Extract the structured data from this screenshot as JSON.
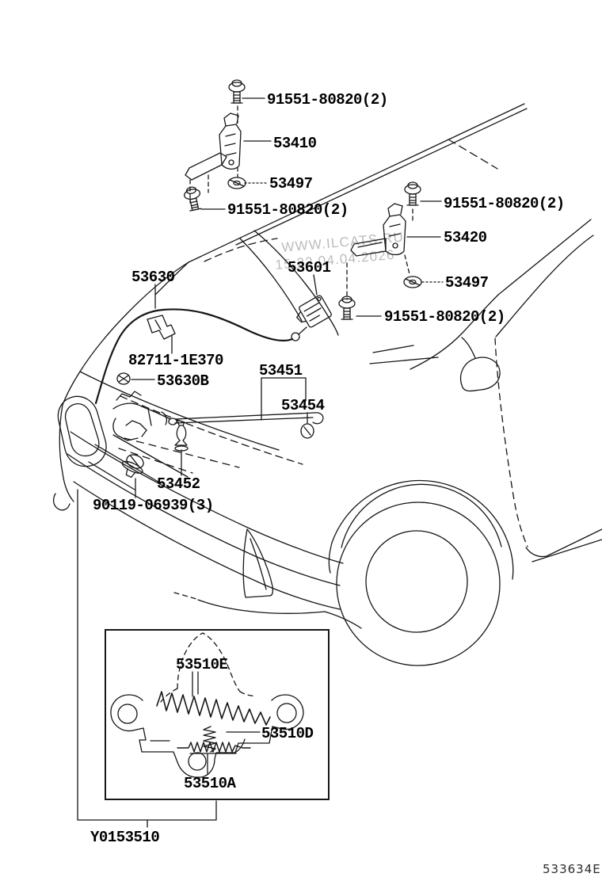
{
  "diagram": {
    "code": "533634E",
    "colors": {
      "line": "#161616",
      "watermark": "#bcbcbc",
      "background": "#ffffff"
    },
    "watermark": {
      "line1": "WWW.ILCATS.RU",
      "line2": "15:22 04.04.2026"
    },
    "labels": {
      "bolt_top": "91551-80820(2)",
      "hinge_upper": "53410",
      "washer_left": "53497",
      "bolt_left": "91551-80820(2)",
      "bolt_right_top": "91551-80820(2)",
      "hinge_right": "53420",
      "washer_right": "53497",
      "bolt_right_bottom": "91551-80820(2)",
      "cable": "53630",
      "actuator": "53601",
      "clamp": "82711-1E370",
      "cable_clip": "53630B",
      "support_rod": "53451",
      "rod_grommet": "53454",
      "rod_clip": "53452",
      "bolt_front": "90119-06939(3)",
      "lock_spring": "53510E",
      "lock_part_d": "53510D",
      "lock_part_a": "53510A",
      "lock_assembly": "Y0153510"
    }
  }
}
